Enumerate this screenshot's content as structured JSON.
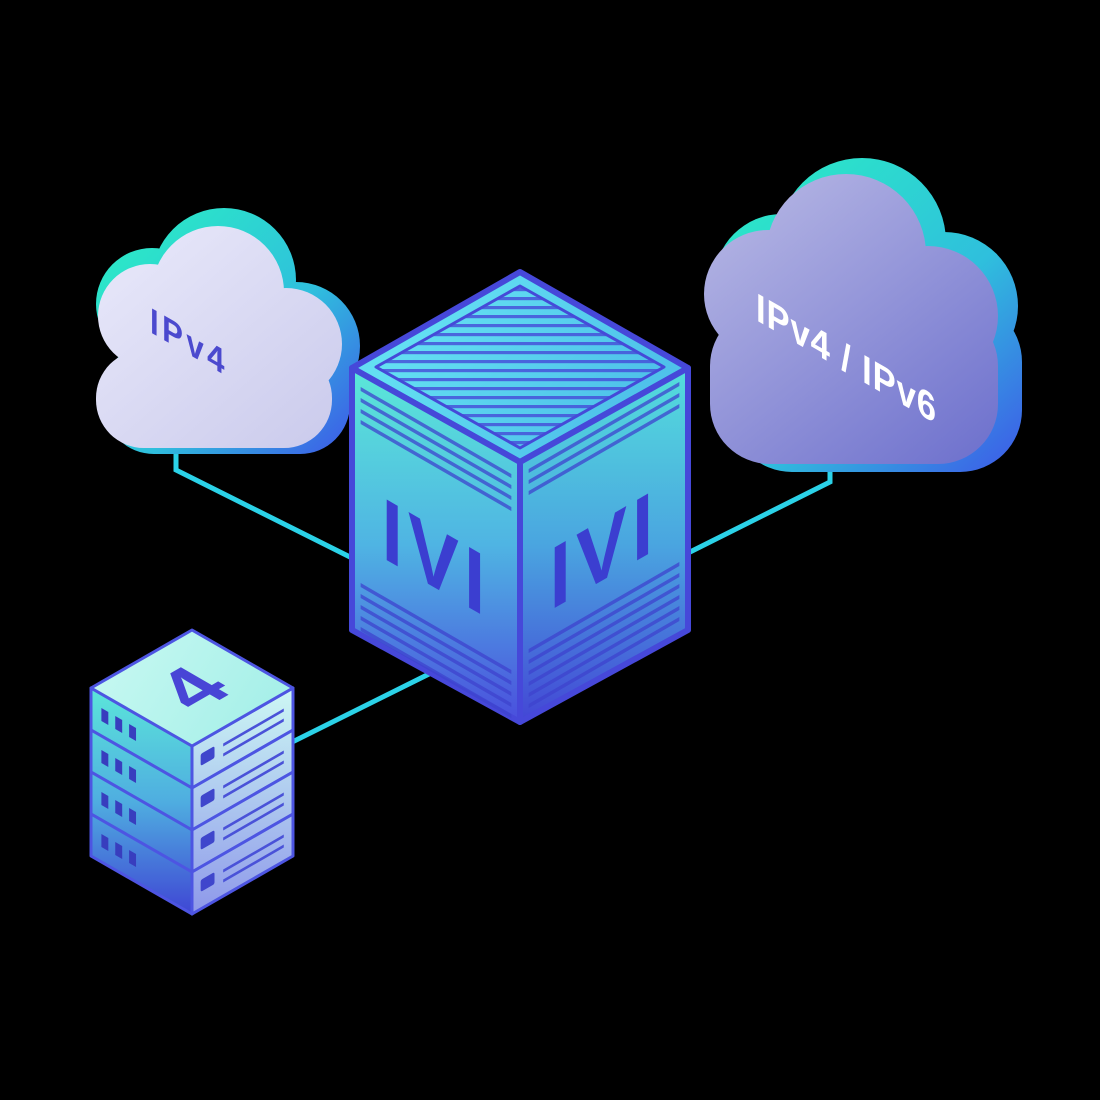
{
  "diagram": {
    "background_color": "#000000",
    "connector_color": "#2BD2E8",
    "edge_color": "#4648D9",
    "accent_teal": "#2BEAC6",
    "accent_blue": "#3E55E8",
    "clouds": {
      "left": {
        "label": "IPv4",
        "label_color": "#4B49CE",
        "fill_light": "#E6E6F9",
        "fill_dark": "#CBCBEC"
      },
      "right": {
        "label": "IPv4 / IPv6",
        "label_color": "#FFFFFF",
        "fill_light": "#AFB0E2",
        "fill_dark": "#6B6ECC"
      }
    },
    "cube": {
      "left_face_label": "IVI",
      "right_face_label": "IVI",
      "label_color": "#3B3ED0",
      "teal": "#5BE8D8",
      "blue": "#4A4EDD"
    },
    "server_stack": {
      "label": "4",
      "label_color": "#4845D6",
      "layers": 4
    }
  }
}
